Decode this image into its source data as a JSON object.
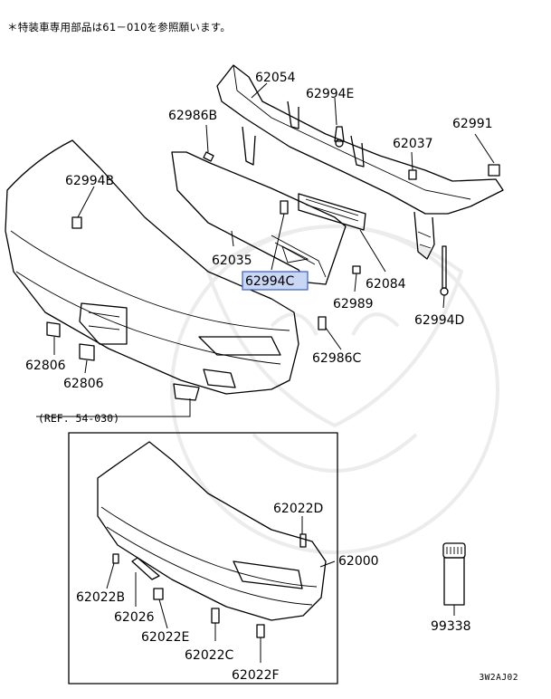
{
  "header_note": "＊特装車専用部品は61－010を参照願います。",
  "diagram_code": "3W2AJ02",
  "reference_label": "(REF. 54-030)",
  "highlight_color": "#c9d6f4",
  "parts": [
    {
      "id": "62054"
    },
    {
      "id": "62994E"
    },
    {
      "id": "62986B"
    },
    {
      "id": "62991"
    },
    {
      "id": "62037"
    },
    {
      "id": "62994B"
    },
    {
      "id": "62035"
    },
    {
      "id": "62994C",
      "highlighted": true
    },
    {
      "id": "62084"
    },
    {
      "id": "62989"
    },
    {
      "id": "62994D"
    },
    {
      "id": "62986C"
    },
    {
      "id": "62806"
    },
    {
      "id": "62806"
    },
    {
      "id": "62022D"
    },
    {
      "id": "62000"
    },
    {
      "id": "62022B"
    },
    {
      "id": "62026"
    },
    {
      "id": "62022E"
    },
    {
      "id": "62022C"
    },
    {
      "id": "62022F"
    },
    {
      "id": "99338"
    }
  ]
}
